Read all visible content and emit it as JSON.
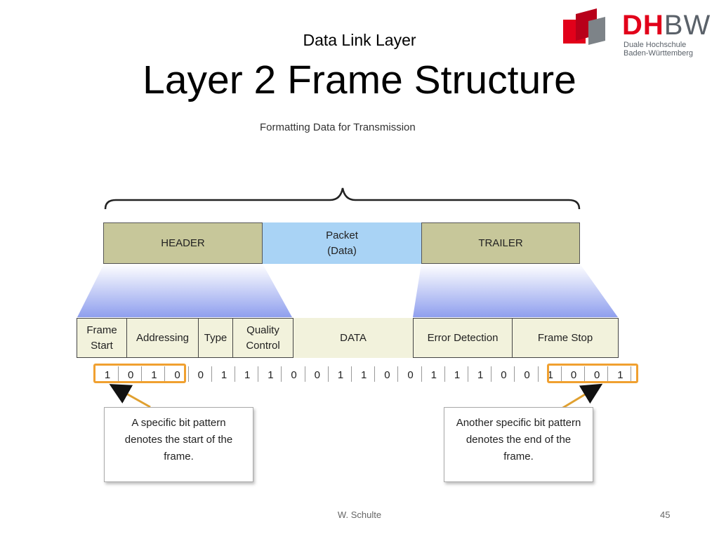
{
  "slide": {
    "subtitle": "Data Link Layer",
    "title": "Layer 2 Frame Structure",
    "author": "W. Schulte",
    "page_number": "45"
  },
  "logo": {
    "dh": "DH",
    "bw": "BW",
    "line1": "Duale Hochschule",
    "line2": "Baden-Württemberg",
    "red": "#e2001a",
    "grey": "#5a6169"
  },
  "diagram": {
    "caption": "Formatting Data for Transmission",
    "header_label": "HEADER",
    "packet_line1": "Packet",
    "packet_line2": "(Data)",
    "trailer_label": "TRAILER",
    "fields": {
      "frame_start_1": "Frame",
      "frame_start_2": "Start",
      "addressing": "Addressing",
      "type": "Type",
      "quality_1": "Quality",
      "quality_2": "Control",
      "data": "DATA",
      "error_detection": "Error Detection",
      "frame_stop": "Frame Stop"
    },
    "bits": [
      "1",
      "0",
      "1",
      "0",
      "0",
      "1",
      "1",
      "1",
      "0",
      "0",
      "1",
      "1",
      "0",
      "0",
      "1",
      "1",
      "1",
      "0",
      "0",
      "1",
      "0",
      "0",
      "1"
    ],
    "start_callout": [
      "A specific bit pattern",
      "denotes the start of the",
      "frame."
    ],
    "end_callout": [
      "Another specific bit pattern",
      "denotes the end of the",
      "frame."
    ],
    "colors": {
      "header_trailer": "#c7c79a",
      "packet": "#a9d3f5",
      "fields": "#f2f2dc",
      "highlight": "#f0a030"
    }
  }
}
